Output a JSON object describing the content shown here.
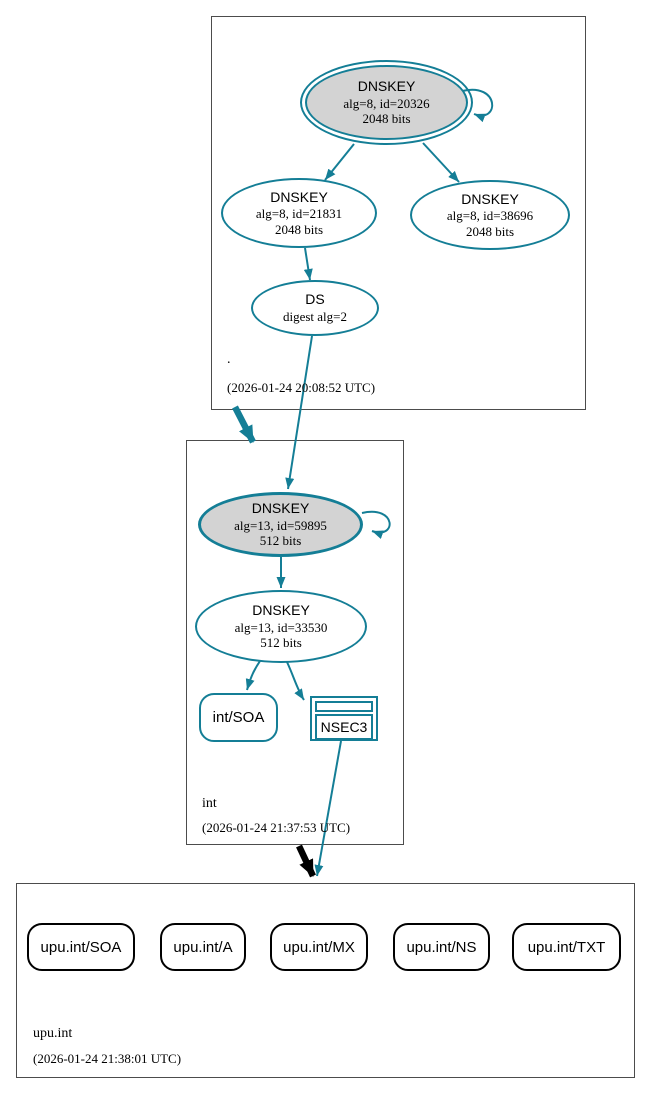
{
  "diagram": {
    "type": "dnssec-authentication-graph",
    "colors": {
      "secure_teal": "#147e96",
      "insecure_black": "#000000",
      "key_fill_gray": "#d3d3d3",
      "node_fill_white": "#ffffff"
    },
    "zones": {
      "root": {
        "label": ".",
        "timestamp": "(2026-01-24 20:08:52 UTC)",
        "nodes": {
          "ksk": {
            "title": "DNSKEY",
            "line2": "alg=8, id=20326",
            "line3": "2048 bits"
          },
          "zsk": {
            "title": "DNSKEY",
            "line2": "alg=8, id=21831",
            "line3": "2048 bits"
          },
          "key3": {
            "title": "DNSKEY",
            "line2": "alg=8, id=38696",
            "line3": "2048 bits"
          },
          "ds": {
            "title": "DS",
            "line2": "digest alg=2"
          }
        }
      },
      "int": {
        "label": "int",
        "timestamp": "(2026-01-24 21:37:53 UTC)",
        "nodes": {
          "ksk": {
            "title": "DNSKEY",
            "line2": "alg=13, id=59895",
            "line3": "512 bits"
          },
          "zsk": {
            "title": "DNSKEY",
            "line2": "alg=13, id=33530",
            "line3": "512 bits"
          },
          "soa": {
            "label": "int/SOA"
          },
          "nsec3": {
            "label": "NSEC3"
          }
        }
      },
      "upu_int": {
        "label": "upu.int",
        "timestamp": "(2026-01-24 21:38:01 UTC)",
        "rrsets": [
          {
            "label": "upu.int/SOA"
          },
          {
            "label": "upu.int/A"
          },
          {
            "label": "upu.int/MX"
          },
          {
            "label": "upu.int/NS"
          },
          {
            "label": "upu.int/TXT"
          }
        ]
      }
    },
    "edges": [
      {
        "from": "dnskey-20326",
        "to": "dnskey-20326",
        "type": "self-signature"
      },
      {
        "from": "dnskey-20326",
        "to": "dnskey-21831",
        "type": "signature"
      },
      {
        "from": "dnskey-20326",
        "to": "dnskey-38696",
        "type": "signature"
      },
      {
        "from": "dnskey-21831",
        "to": "ds-digest-alg-2",
        "type": "signature"
      },
      {
        "from": "ds-digest-alg-2",
        "to": "dnskey-59895",
        "type": "signature"
      },
      {
        "from": "zone-root",
        "to": "zone-int",
        "type": "delegation-secure"
      },
      {
        "from": "dnskey-59895",
        "to": "dnskey-59895",
        "type": "self-signature"
      },
      {
        "from": "dnskey-59895",
        "to": "dnskey-33530",
        "type": "signature"
      },
      {
        "from": "dnskey-33530",
        "to": "int-soa",
        "type": "signature"
      },
      {
        "from": "dnskey-33530",
        "to": "nsec3",
        "type": "signature"
      },
      {
        "from": "nsec3",
        "to": "zone-upu-int",
        "type": "nsec3-proof"
      },
      {
        "from": "zone-int",
        "to": "zone-upu-int",
        "type": "delegation-insecure"
      }
    ]
  }
}
